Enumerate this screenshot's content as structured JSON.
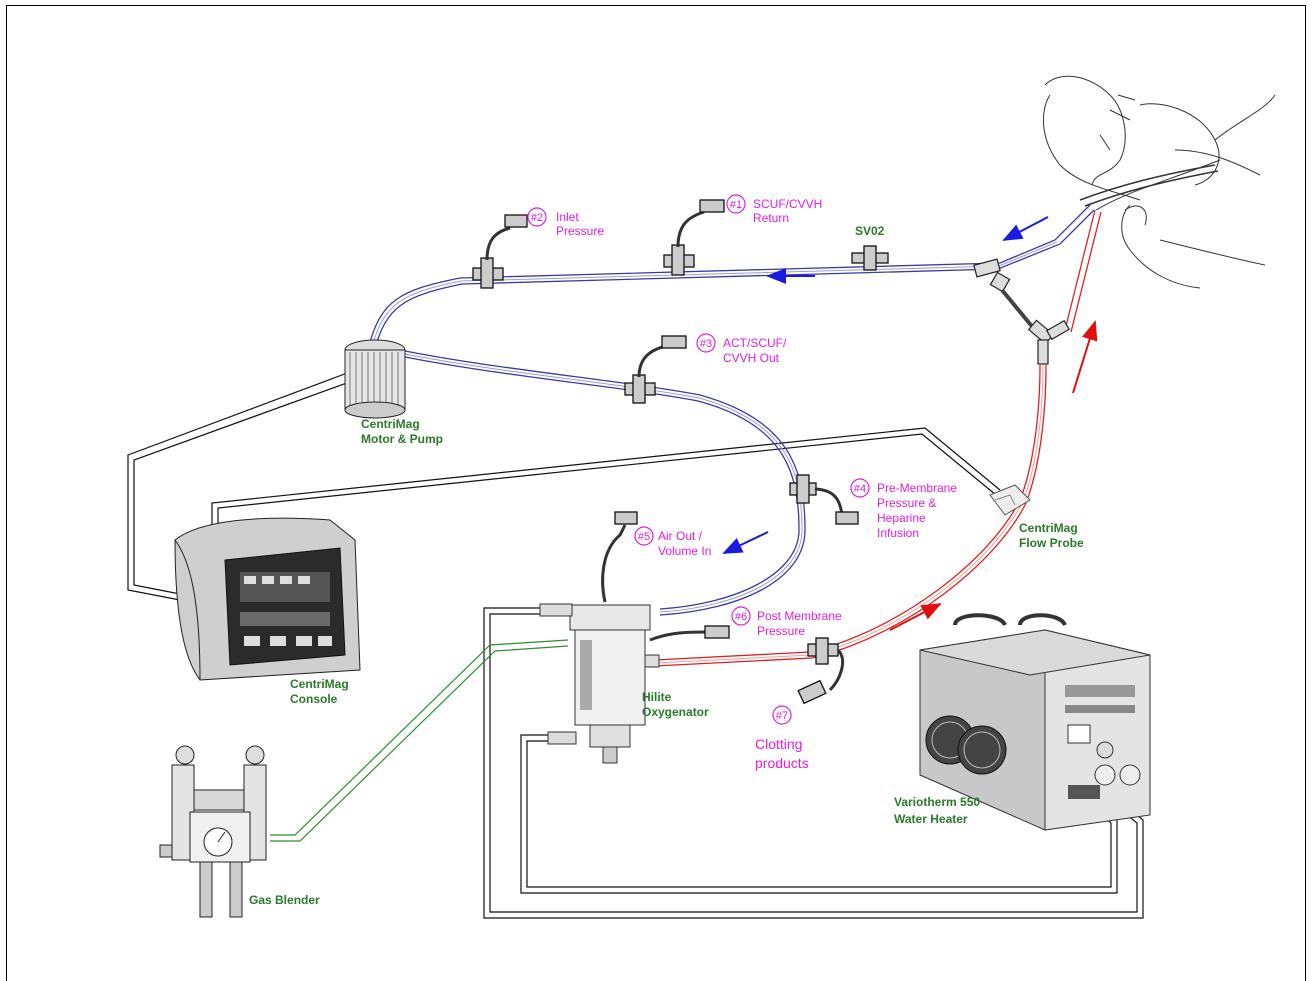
{
  "ports": [
    {
      "num": "#1",
      "line1": "SCUF/CVVH",
      "line2": "Return"
    },
    {
      "num": "#2",
      "line1": "Inlet",
      "line2": "Pressure"
    },
    {
      "num": "#3",
      "line1": "ACT/SCUF/",
      "line2": "CVVH Out"
    },
    {
      "num": "#4",
      "line1": "Pre-Membrane",
      "line2": "Pressure &",
      "line3": "Heparine",
      "line4": "Infusion"
    },
    {
      "num": "#5",
      "line1": "Air Out /",
      "line2": "Volume In"
    },
    {
      "num": "#6",
      "line1": "Post Membrane",
      "line2": "Pressure"
    },
    {
      "num": "#7",
      "line1": "Clotting",
      "line2": "products"
    }
  ],
  "equipment": {
    "sv02": "SV02",
    "pump": {
      "line1": "CentriMag",
      "line2": "Motor & Pump"
    },
    "console": {
      "line1": "CentriMag",
      "line2": "Console"
    },
    "flow_probe": {
      "line1": "CentriMag",
      "line2": "Flow Probe"
    },
    "oxygenator": {
      "line1": "Hilite",
      "line2": "Oxygenator"
    },
    "heater": {
      "line1": "Variotherm 550",
      "line2": "Water Heater"
    },
    "blender": "Gas Blender"
  },
  "colors": {
    "venous_line": "#3a3aa8",
    "arterial_line": "#e02020",
    "gas_line": "#2e8b2e",
    "label_port": "#e01ee0",
    "label_equipment": "#2a7a2a",
    "arrow_blue": "#1a1ae0",
    "arrow_red": "#e01010"
  }
}
